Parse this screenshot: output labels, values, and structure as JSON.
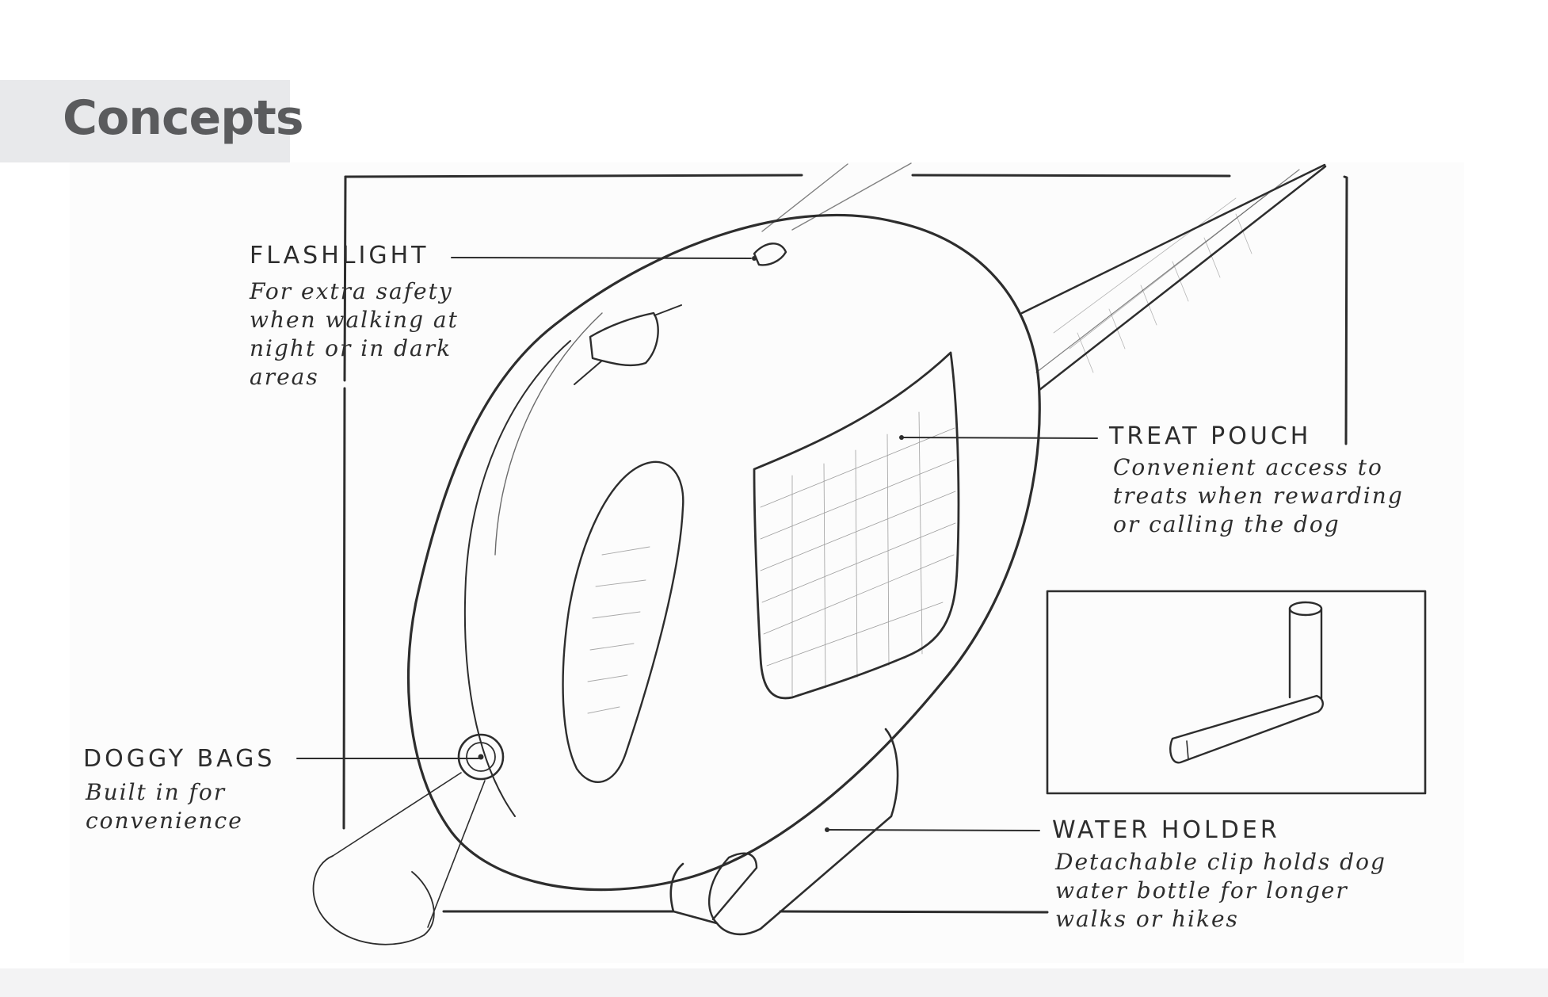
{
  "slide": {
    "title": "Concepts"
  },
  "annotations": {
    "flashlight": {
      "heading": "FLASHLIGHT",
      "lines": [
        "For extra safety",
        "when walking at",
        "night or in dark",
        "areas"
      ]
    },
    "treat_pouch": {
      "heading": "TREAT POUCH",
      "lines": [
        "Convenient access to",
        "treats when rewarding",
        "or  calling the dog"
      ]
    },
    "doggy_bags": {
      "heading": "DOGGY BAGS",
      "lines": [
        "Built in for",
        "convenience"
      ]
    },
    "water_holder": {
      "heading": "WATER HOLDER",
      "lines": [
        "Detachable clip holds dog",
        "water bottle for longer",
        "walks or hikes"
      ]
    }
  },
  "colors": {
    "ink": "#2d2d2d",
    "title": "#5a5b5d",
    "title_tab": "#e8e9eb"
  }
}
